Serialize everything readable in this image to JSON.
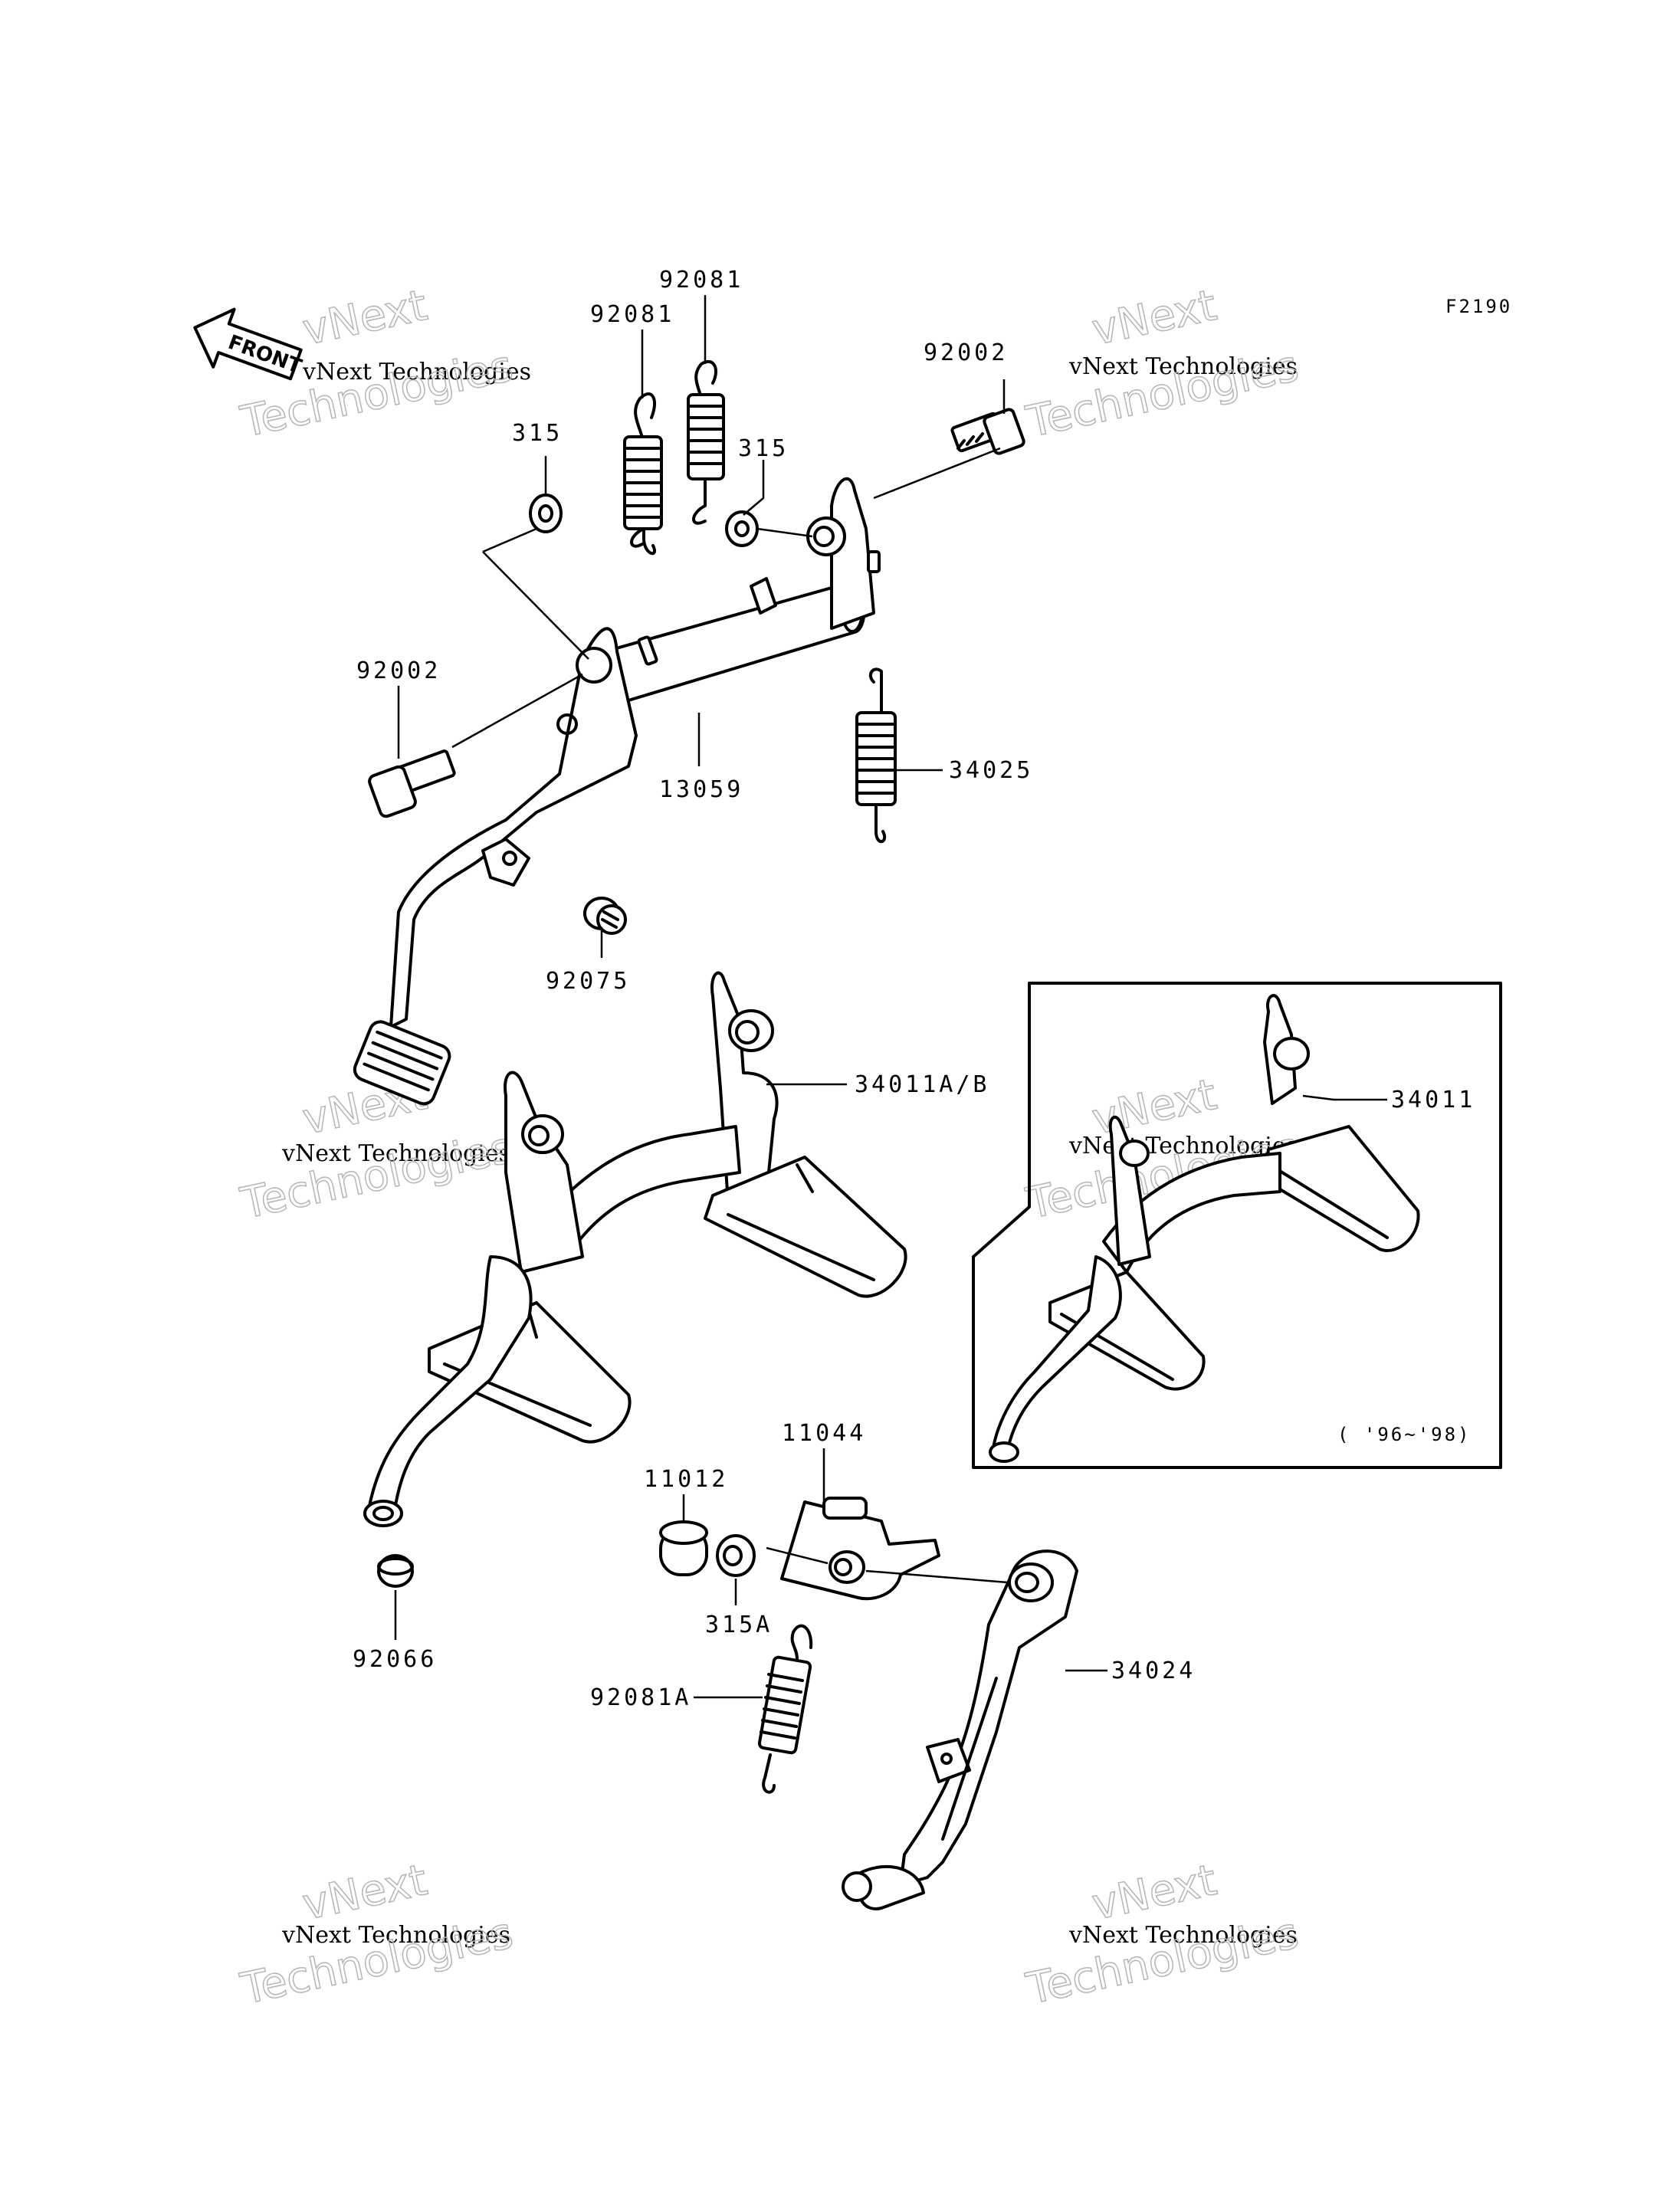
{
  "figure_code": "F2190",
  "front_badge": "FRONT",
  "inset_caption": "( '96~'98)",
  "watermark": {
    "line1": "vNext Technologies",
    "line2": "vNext",
    "line3": "Technologies"
  },
  "callouts": {
    "spring_top_a": "92081",
    "spring_top_b": "92081",
    "bolt_right": "92002",
    "nut_left": "315",
    "nut_right": "315",
    "bolt_left": "92002",
    "shaft": "13059",
    "spring_right": "34025",
    "cap_92075": "92075",
    "stand_main": "34011A/B",
    "stand_inset": "34011",
    "bracket": "11044",
    "collar": "11012",
    "nut_315a": "315A",
    "cap_92066": "92066",
    "side_stand": "34024",
    "spring_side": "92081A"
  }
}
